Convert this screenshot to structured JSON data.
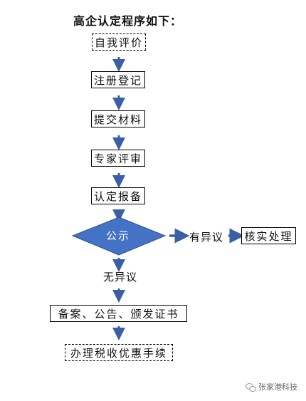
{
  "title": "高企认定程序如下：",
  "steps": [
    {
      "text": "自我评价"
    },
    {
      "text": "注册登记"
    },
    {
      "text": "提交材料"
    },
    {
      "text": "专家评审"
    },
    {
      "text": "认定报备"
    }
  ],
  "decision": "公示",
  "objection": "有异议",
  "verify": "核实处理",
  "no_objection": "无异议",
  "filing": "备案、公告、颁发证书",
  "tax": "办理税收优惠手续",
  "watermark": "张家港科技",
  "colors": {
    "arrow": "#3a5fa5",
    "diamond": "#4472c4"
  }
}
